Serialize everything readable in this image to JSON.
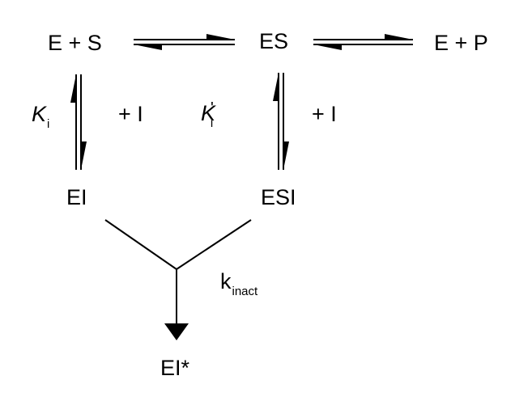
{
  "species": {
    "e_plus_s": "E + S",
    "es": "ES",
    "e_plus_p": "E + P",
    "ei": "EI",
    "esi": "ESI",
    "ei_star": "EI*"
  },
  "constants": {
    "ki": {
      "symbol": "K",
      "subscript": "i"
    },
    "ki_prime": {
      "symbol": "K",
      "prime": "'",
      "subscript": "i"
    },
    "kinact": {
      "symbol": "k",
      "subscript": "inact"
    }
  },
  "inhibitor_labels": {
    "left": "+ I",
    "right": "+ I"
  },
  "colors": {
    "ink": "#000000",
    "background": "#ffffff"
  }
}
